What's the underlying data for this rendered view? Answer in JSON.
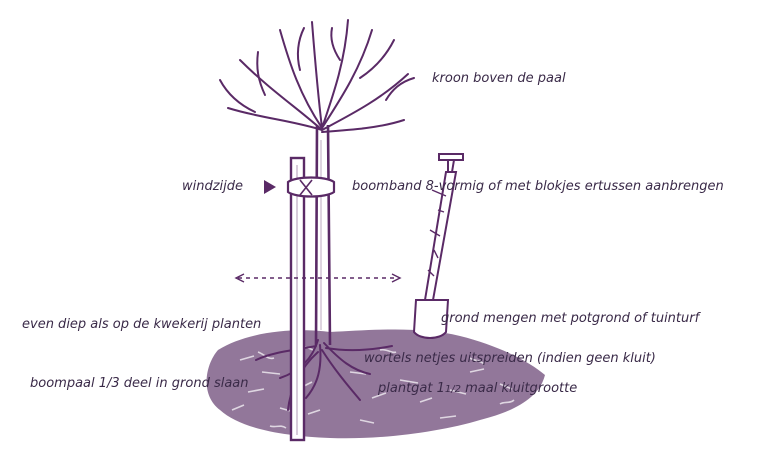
{
  "labels": {
    "crown": "kroon boven de paal",
    "wind": "windzijde",
    "tie": "boomband 8-vormig of met blokjes ertussen aanbrengen",
    "depth": "even diep als op de kwekerij planten",
    "soil": "grond mengen met potgrond of tuinturf",
    "roots": "wortels netjes uitspreiden (indien geen kluit)",
    "stake": "boompaal 1/3 deel in grond slaan",
    "hole_prefix": "plantgat 1",
    "hole_fraction": "1/2",
    "hole_suffix": " maal kluitgrootte"
  },
  "colors": {
    "ink": "#5a2a66",
    "text": "#3a2a48",
    "soil": "#6e4a78"
  }
}
